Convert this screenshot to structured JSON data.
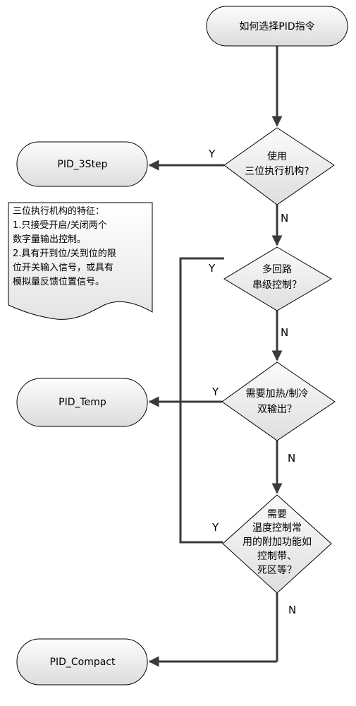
{
  "terminals": {
    "start": "如何选择PID指令",
    "pid_3step": "PID_3Step",
    "pid_temp": "PID_Temp",
    "pid_compact": "PID_Compact"
  },
  "decisions": {
    "d1": [
      "使用",
      "三位执行机构?"
    ],
    "d2": [
      "多回路",
      "串级控制？"
    ],
    "d3": [
      "需要加热/制冷",
      "双输出？"
    ],
    "d4": [
      "需要",
      "温度控制常",
      "用的附加功能如",
      "控制带、",
      "死区等？"
    ]
  },
  "note": [
    "三位执行机构的特征：",
    "1.只接受开启/关闭两个",
    "数字量输出控制。",
    "2.具有开到位/关到位的限",
    "位开关输入信号，或具有",
    "模拟量反馈位置信号。"
  ],
  "branch_labels": {
    "d1_yes": "Y",
    "d1_no": "N",
    "d2_yes": "Y",
    "d2_no": "N",
    "d3_yes": "Y",
    "d3_no": "N",
    "d4_yes": "Y",
    "d4_no": "N"
  }
}
